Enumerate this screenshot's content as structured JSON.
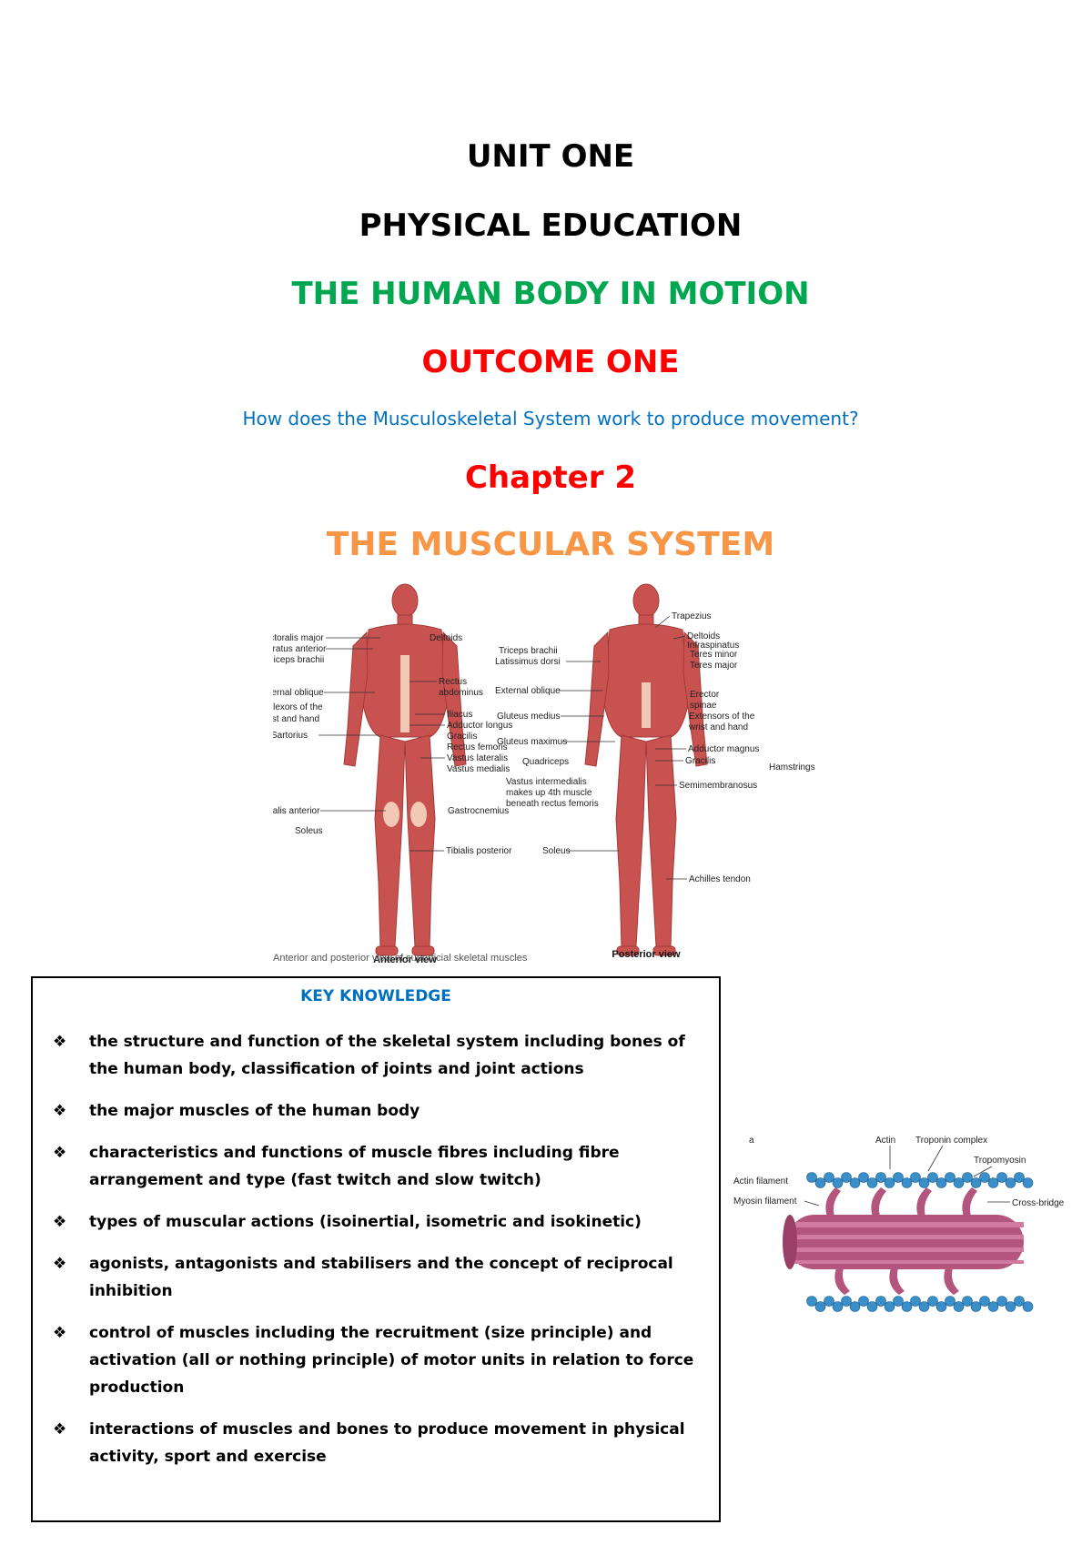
{
  "headings": {
    "unit": "UNIT ONE",
    "subject": "PHYSICAL EDUCATION",
    "area": "THE HUMAN BODY IN MOTION",
    "outcome": "OUTCOME ONE",
    "question": "How does the Musculoskeletal System work to produce movement?",
    "chapter": "Chapter 2",
    "chapter_title": "THE MUSCULAR SYSTEM"
  },
  "colors": {
    "green": "#00a650",
    "red": "#ff0000",
    "blue": "#0070c0",
    "orange": "#f79646",
    "muscle": "#c8524f"
  },
  "muscle_figure": {
    "anterior_labels": [
      "Pectoralis major",
      "Serratus anterior",
      "Biceps brachii",
      "External oblique",
      "Flexors of the",
      "wrist and hand",
      "Sartorius",
      "Tibialis anterior",
      "Soleus",
      "Deltoids",
      "Rectus",
      "abdominus",
      "Iliacus",
      "Adductor longus",
      "Gracilis",
      "Rectus femoris",
      "Vastus lateralis",
      "Vastus medialis",
      "Gastrocnemius",
      "Tibialis posterior"
    ],
    "posterior_labels": [
      "Triceps brachii",
      "Latissimus dorsi",
      "External oblique",
      "Gluteus medius",
      "Gluteus maximus",
      "Quadriceps",
      "Vastus intermedialis",
      "makes up 4th muscle",
      "beneath rectus femoris",
      "Soleus",
      "Trapezius",
      "Deltoids",
      "Infraspinatus",
      "Teres minor",
      "Teres major",
      "Erector",
      "spinae",
      "Extensors of the",
      "wrist and hand",
      "Adductor magnus",
      "Gracilis",
      "Hamstrings",
      "Semimembranosus",
      "Achilles tendon"
    ],
    "anterior_view": "Anterior view",
    "posterior_view": "Posterior view",
    "caption": "Anterior and posterior view of superficial skeletal muscles"
  },
  "key_knowledge": {
    "title": "KEY KNOWLEDGE",
    "bullet": "❖",
    "items": [
      "the structure and function of the skeletal system including bones of the human body, classification of joints and joint actions",
      "the major muscles of the human body",
      "characteristics and functions of muscle fibres including fibre arrangement and type (fast twitch and slow twitch)",
      "types of muscular actions (isoinertial, isometric and isokinetic)",
      "agonists, antagonists and stabilisers and the concept of reciprocal inhibition",
      "control of muscles including the recruitment (size principle) and activation (all or nothing principle) of motor units in relation to force production",
      "interactions of muscles and bones to produce movement in physical activity, sport and exercise"
    ]
  },
  "filament_figure": {
    "panel": "a",
    "labels": [
      "Actin",
      "Troponin complex",
      "Tropomyosin",
      "Actin filament",
      "Myosin filament",
      "Cross-bridge"
    ]
  }
}
